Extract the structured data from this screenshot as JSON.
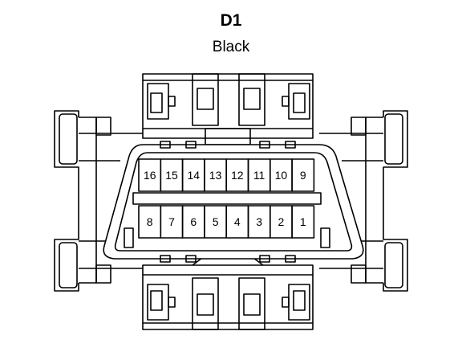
{
  "connector": {
    "name": "D1",
    "color_label": "Black"
  },
  "pins": {
    "top_row": [
      "16",
      "15",
      "14",
      "13",
      "12",
      "11",
      "10",
      "9"
    ],
    "bottom_row": [
      "8",
      "7",
      "6",
      "5",
      "4",
      "3",
      "2",
      "1"
    ]
  },
  "colors": {
    "stroke": "#000000",
    "fill": "#ffffff"
  }
}
